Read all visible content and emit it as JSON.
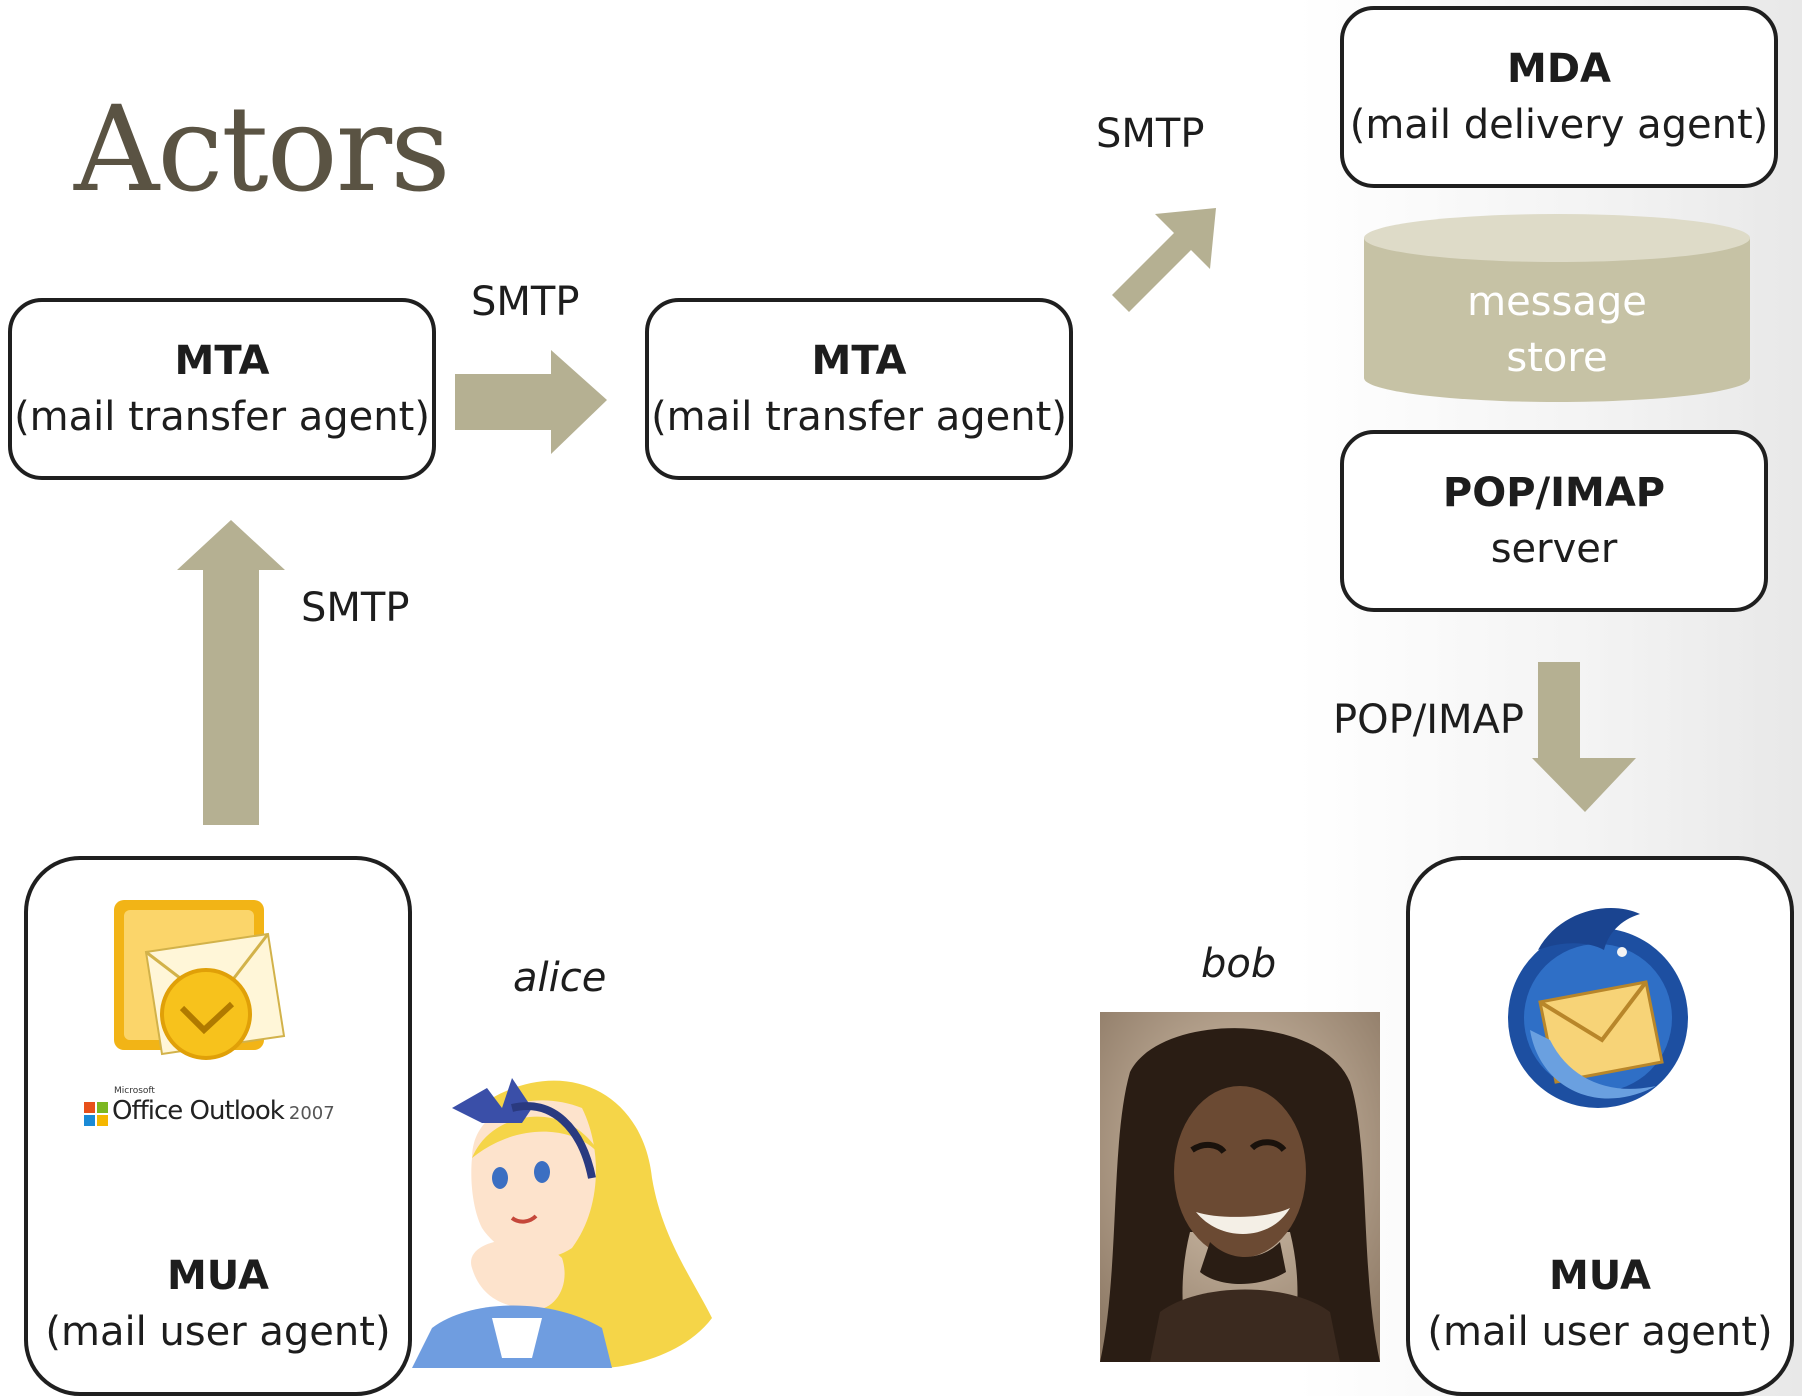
{
  "title": "Actors",
  "colors": {
    "arrow": "#b5b092",
    "store": "#c6c2a5",
    "title": "#5a5343"
  },
  "mta_left": {
    "abbr": "MTA",
    "full": "(mail transfer agent)"
  },
  "mta_right": {
    "abbr": "MTA",
    "full": "(mail transfer agent)"
  },
  "mda": {
    "abbr": "MDA",
    "full": "(mail delivery agent)"
  },
  "message_store": {
    "line1": "message",
    "line2": "store"
  },
  "popimap_server": {
    "abbr": "POP/IMAP",
    "full": "server"
  },
  "mua_left": {
    "abbr": "MUA",
    "full": "(mail user agent)",
    "logo_small": "Microsoft",
    "logo_text": "Office Outlook",
    "logo_version": "2007"
  },
  "mua_right": {
    "abbr": "MUA",
    "full": "(mail user agent)"
  },
  "protocols": {
    "smtp_up": "SMTP",
    "smtp_right": "SMTP",
    "smtp_diag": "SMTP",
    "popimap": "POP/IMAP"
  },
  "people": {
    "alice": "alice",
    "bob": "bob"
  }
}
